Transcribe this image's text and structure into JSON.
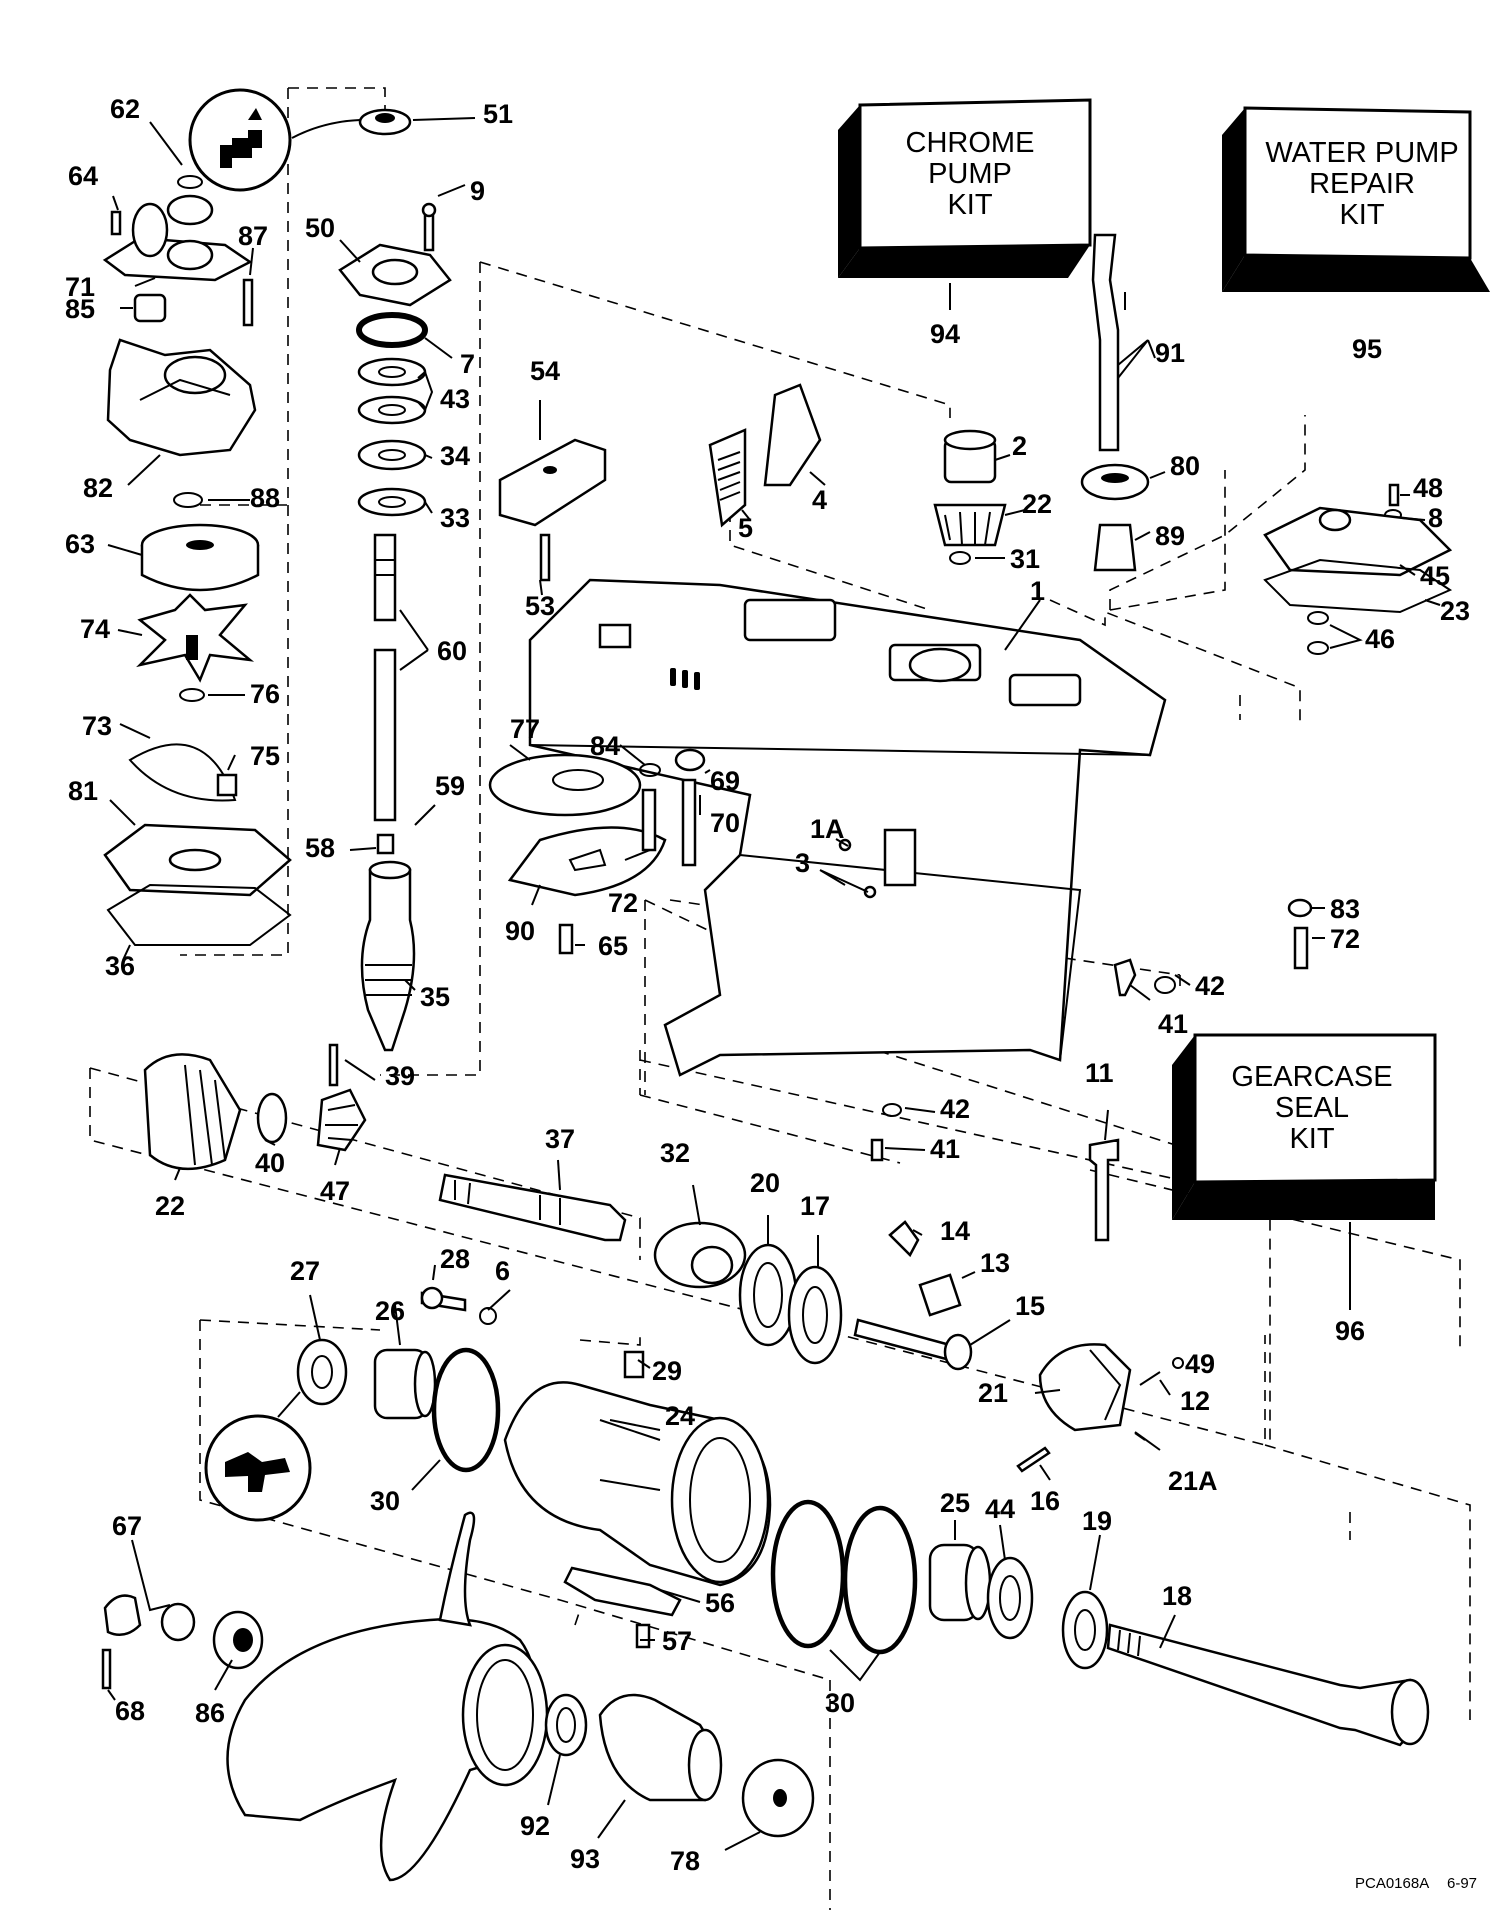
{
  "kits": [
    {
      "id": "94",
      "lines": [
        "CHROME",
        "PUMP",
        "KIT"
      ]
    },
    {
      "id": "95",
      "lines": [
        "WATER PUMP",
        "REPAIR",
        "KIT"
      ]
    },
    {
      "id": "96",
      "lines": [
        "GEARCASE",
        "SEAL",
        "KIT"
      ]
    }
  ],
  "part_labels": [
    "1",
    "1A",
    "2",
    "3",
    "4",
    "5",
    "6",
    "7",
    "8",
    "9",
    "11",
    "12",
    "13",
    "14",
    "15",
    "16",
    "17",
    "18",
    "19",
    "20",
    "21",
    "21A",
    "22",
    "23",
    "24",
    "25",
    "26",
    "27",
    "28",
    "29",
    "30",
    "31",
    "32",
    "33",
    "34",
    "35",
    "36",
    "37",
    "39",
    "40",
    "41",
    "42",
    "43",
    "44",
    "45",
    "46",
    "47",
    "48",
    "49",
    "50",
    "51",
    "53",
    "54",
    "56",
    "57",
    "58",
    "59",
    "60",
    "62",
    "63",
    "64",
    "65",
    "67",
    "68",
    "69",
    "70",
    "71",
    "72",
    "73",
    "74",
    "75",
    "76",
    "77",
    "78",
    "80",
    "81",
    "82",
    "83",
    "84",
    "85",
    "86",
    "87",
    "88",
    "89",
    "90",
    "91",
    "92",
    "93"
  ],
  "footer": {
    "code": "PCA0168A",
    "date": "6-97"
  }
}
